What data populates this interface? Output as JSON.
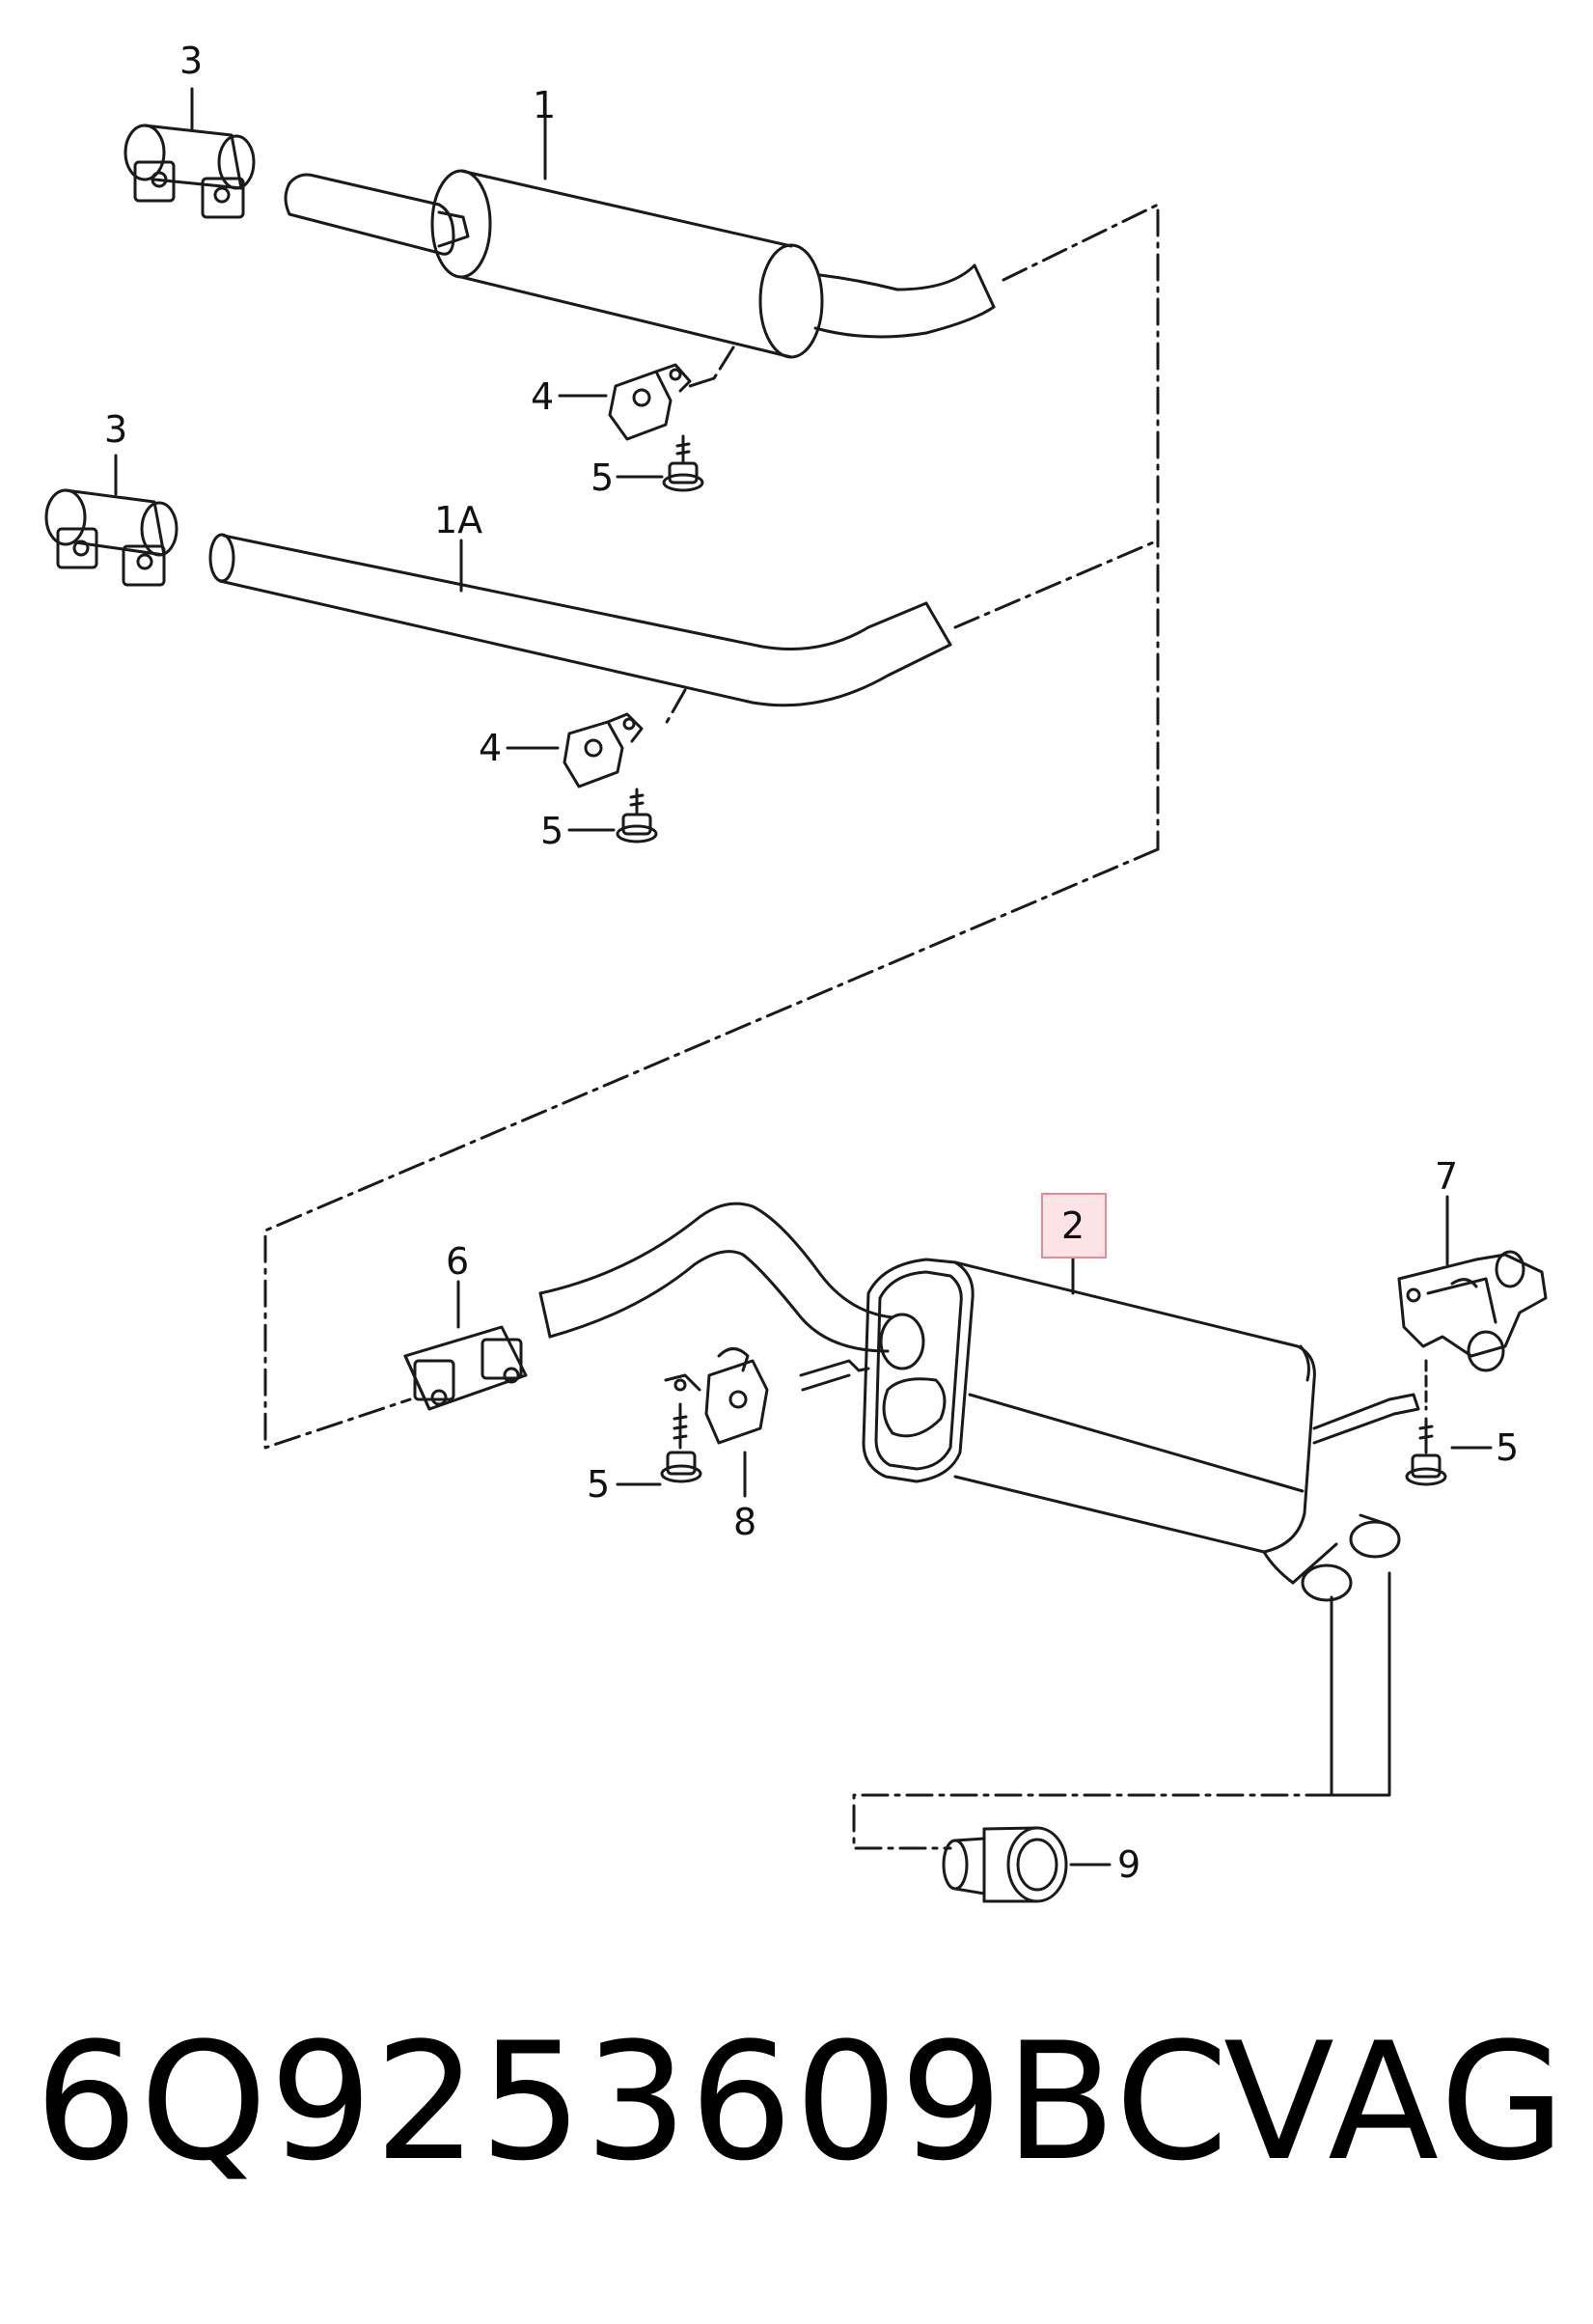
{
  "callouts": {
    "c1": "1",
    "c1a": "1A",
    "c2": "2",
    "c3_top": "3",
    "c3_mid": "3",
    "c4_top": "4",
    "c4_mid": "4",
    "c5_top": "5",
    "c5_mid": "5",
    "c5_lower_left": "5",
    "c5_right": "5",
    "c6": "6",
    "c7": "7",
    "c8": "8",
    "c9": "9"
  },
  "highlight_color": "#e88a93",
  "highlight_fill": "#fbe3e6",
  "caption": {
    "part_number": "6Q9253609BC",
    "brand": "VAG"
  }
}
